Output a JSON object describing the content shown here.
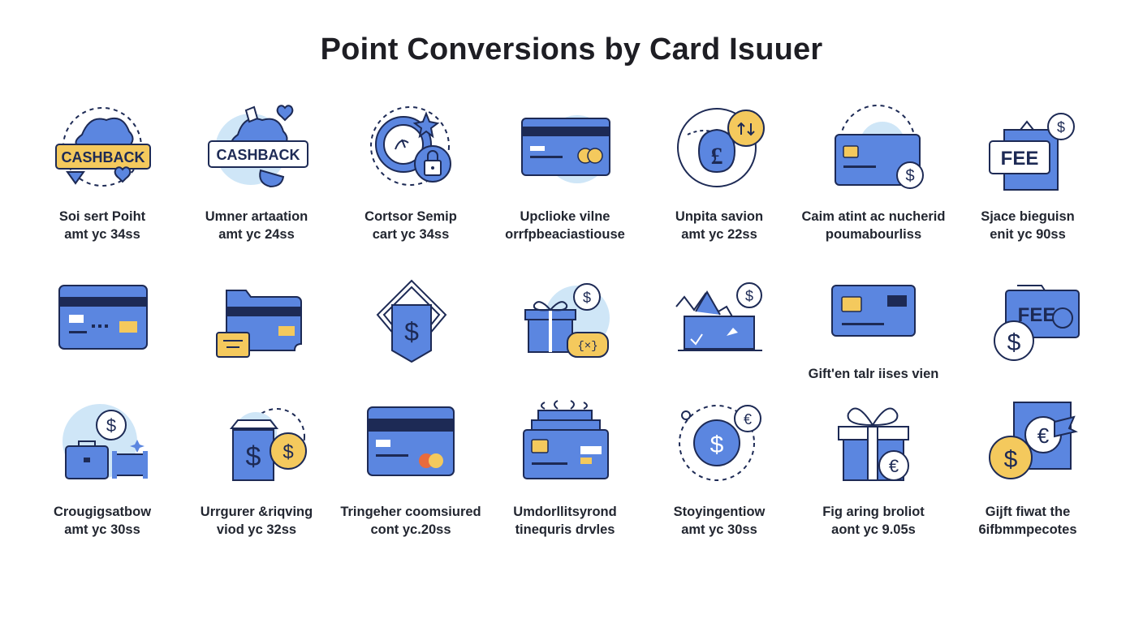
{
  "title": "Point Conversions by Card Isuuer",
  "icon_text": {
    "cashback_1": "CASHBACK",
    "cashback_2": "CASHBACK",
    "fee_1": "FEE",
    "fee_2": "FEE"
  },
  "colors": {
    "blue": "#5b86e0",
    "blue_dark": "#1d2a55",
    "light_blue": "#cfe6f7",
    "yellow": "#f4c95d",
    "orange": "#e86b3d"
  },
  "rows": [
    [
      {
        "icon": "cashback-heart-icon",
        "lines": [
          "Soi sert Poiht",
          "amt yc 34ss"
        ]
      },
      {
        "icon": "cashback-cloud-icon",
        "lines": [
          "Umner artaation",
          "amt yc 24ss"
        ]
      },
      {
        "icon": "clock-lock-icon",
        "lines": [
          "Cortsor Semip",
          "cart yc 34ss"
        ]
      },
      {
        "icon": "credit-card-icon",
        "lines": [
          "Upclioke vilne",
          "orrfpbeaciastiouse"
        ]
      },
      {
        "icon": "globe-money-bag-icon",
        "lines": [
          "Unpita savion",
          "amt yc 22ss"
        ]
      },
      {
        "icon": "card-dollar-icon",
        "lines": [
          "Caim atint ac nucherid",
          "poumabourliss"
        ]
      },
      {
        "icon": "fee-tag-icon",
        "lines": [
          "Sjace bieguisn",
          "enit yc 90ss"
        ]
      }
    ],
    [
      {
        "icon": "credit-card-icon",
        "lines": []
      },
      {
        "icon": "wallet-card-icon",
        "lines": []
      },
      {
        "icon": "dollar-shield-icon",
        "lines": []
      },
      {
        "icon": "gift-dollar-icon",
        "lines": []
      },
      {
        "icon": "card-holder-icon",
        "lines": []
      },
      {
        "icon": "chip-card-icon",
        "lines": [
          "Gift'en talr iises vien"
        ]
      },
      {
        "icon": "fee-dollar-icon",
        "lines": []
      }
    ],
    [
      {
        "icon": "briefcase-dollar-icon",
        "lines": [
          "Crougigsatbow",
          "amt yc 30ss"
        ]
      },
      {
        "icon": "dollar-box-icon",
        "lines": [
          "Urrgurer &riqving",
          "viod yc 32ss"
        ]
      },
      {
        "icon": "credit-card-icon",
        "lines": [
          "Tringeher coomsiured",
          "cont yc.20ss"
        ]
      },
      {
        "icon": "card-stack-icon",
        "lines": [
          "Umdorllitsyrond",
          "tinequris drvles"
        ]
      },
      {
        "icon": "dollar-orbit-icon",
        "lines": [
          "Stoyingentiow",
          "amt yc 30ss"
        ]
      },
      {
        "icon": "gift-euro-icon",
        "lines": [
          "Fig aring broliot",
          "aont yc 9.05s"
        ]
      },
      {
        "icon": "euro-coin-flag-icon",
        "lines": [
          "Gijft fiwat the",
          "6ifbmmpecotes"
        ]
      }
    ]
  ]
}
